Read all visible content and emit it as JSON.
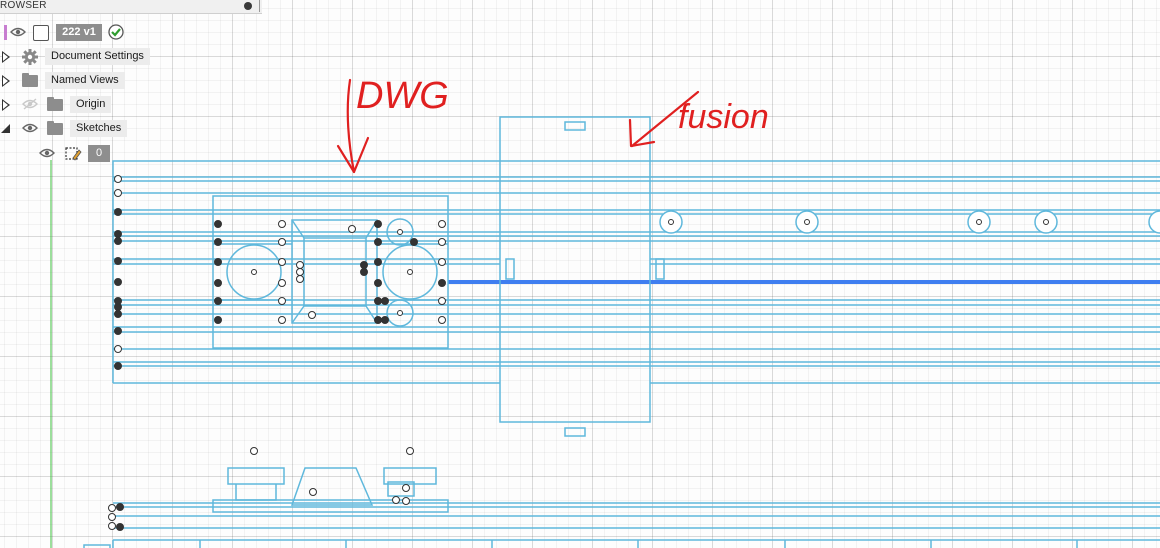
{
  "browser": {
    "title": "ROWSER",
    "root": {
      "label": "222 v1"
    },
    "items": [
      {
        "label": "Document Settings",
        "icon": "gear-icon"
      },
      {
        "label": "Named Views",
        "icon": "folder-icon"
      },
      {
        "label": "Origin",
        "icon": "folder-icon"
      },
      {
        "label": "Sketches",
        "icon": "folder-icon"
      }
    ],
    "sketch_count": "0"
  },
  "annotations": {
    "left": "DWG",
    "right": "fusion"
  },
  "colors": {
    "sketch_line": "#5fb8dc",
    "selected_line": "#3f7ef0",
    "annotation": "#e02020",
    "y_axis": "#3bbf3b"
  }
}
